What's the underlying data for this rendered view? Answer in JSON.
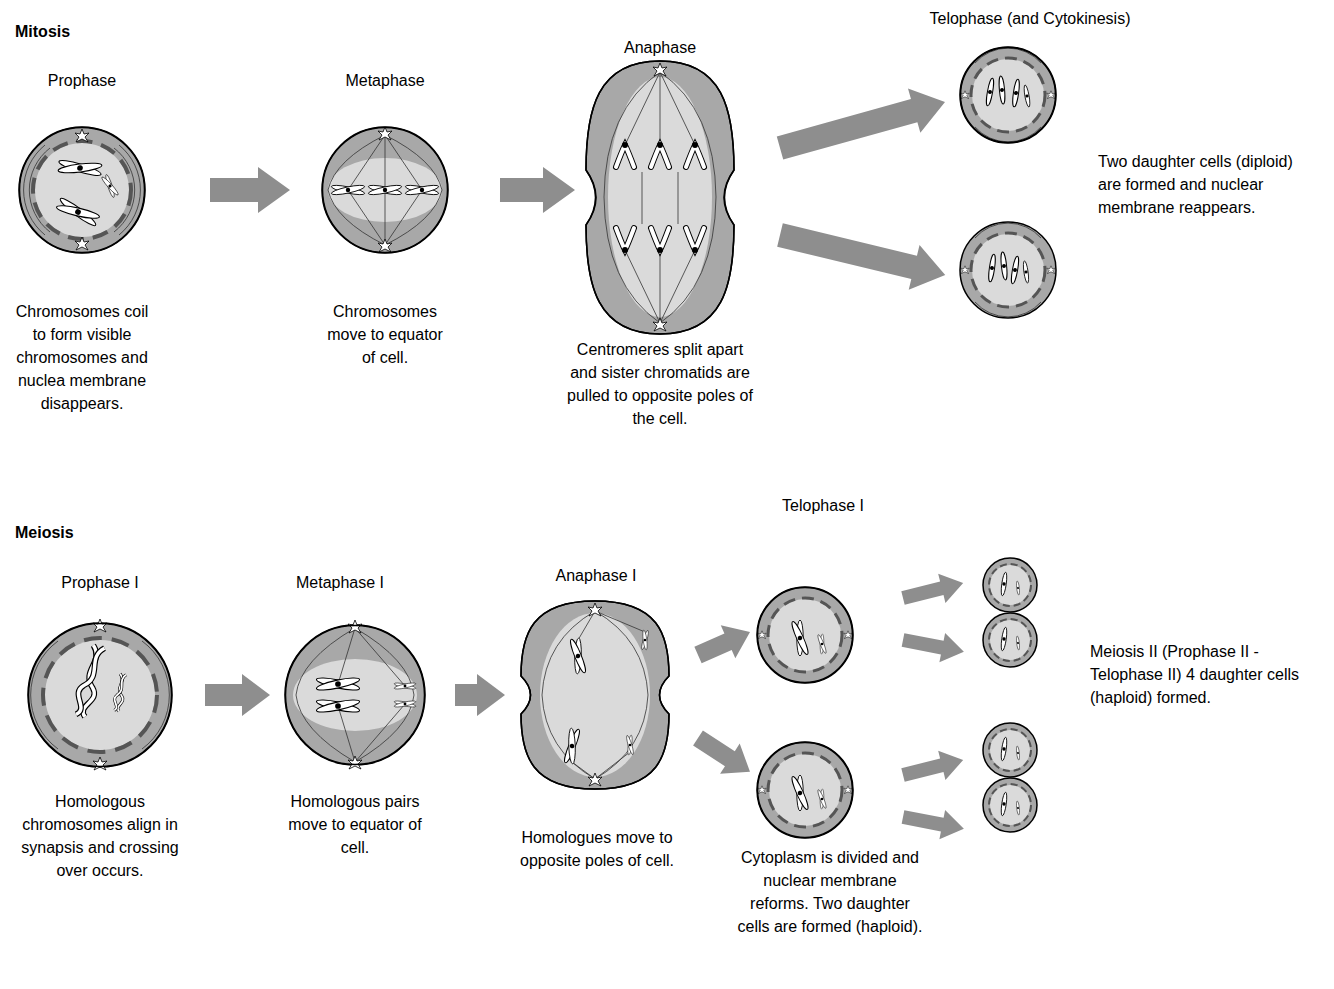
{
  "diagram": {
    "nodes": [
      {
        "text": [
          "Prophase",
          "Chromosomes coil to form visible chromosomes and nuclea membrane disappears."
        ]
      },
      {
        "text": [
          "Metaphase",
          "Chromosomes move to equator of cell."
        ]
      },
      {
        "text": [
          "Anaphase",
          "Centromeres split apart and sister chromatids are pulled to opposite poles of the cell."
        ]
      },
      {
        "text": [
          "Telophase (and Cytokinesis)"
        ]
      },
      {
        "text": [
          "Prophase I",
          "Homologous chromosomes align in synapsis and crossing over occurs."
        ]
      },
      {
        "text": [
          "Metaphase I",
          "Homologous pairs move to equator of cell."
        ]
      },
      {
        "text": [
          "Anaphase I",
          "Homologues move to opposite poles of cell."
        ]
      },
      {
        "text": [
          "Telophase I"
        ]
      },
      {
        "text": [
          "Cytoplasm is divided and nuclear membrane reforms. Two daughter cells are formed (haploid)."
        ]
      }
    ],
    "edges": [
      {
        "from": 0,
        "to": 1,
        "arrow": "to"
      },
      {
        "from": 1,
        "to": 2,
        "arrow": "to"
      },
      {
        "from": 2,
        "to": 3,
        "arrow": "to"
      },
      {
        "from": 4,
        "to": 5,
        "arrow": "to"
      },
      {
        "from": 5,
        "to": 6,
        "arrow": "to"
      },
      {
        "from": 6,
        "to": 7,
        "arrow": "to"
      },
      {
        "from": 6,
        "to": 8,
        "arrow": "to"
      }
    ],
    "labels": [
      "Mitosis",
      "Two daughter cells (diploid) are formed and nuclear membrane reappears.",
      "Meiosis",
      "Meiosis II (Prophase II - Telophase II) 4 daughter cells (haploid) formed."
    ]
  }
}
